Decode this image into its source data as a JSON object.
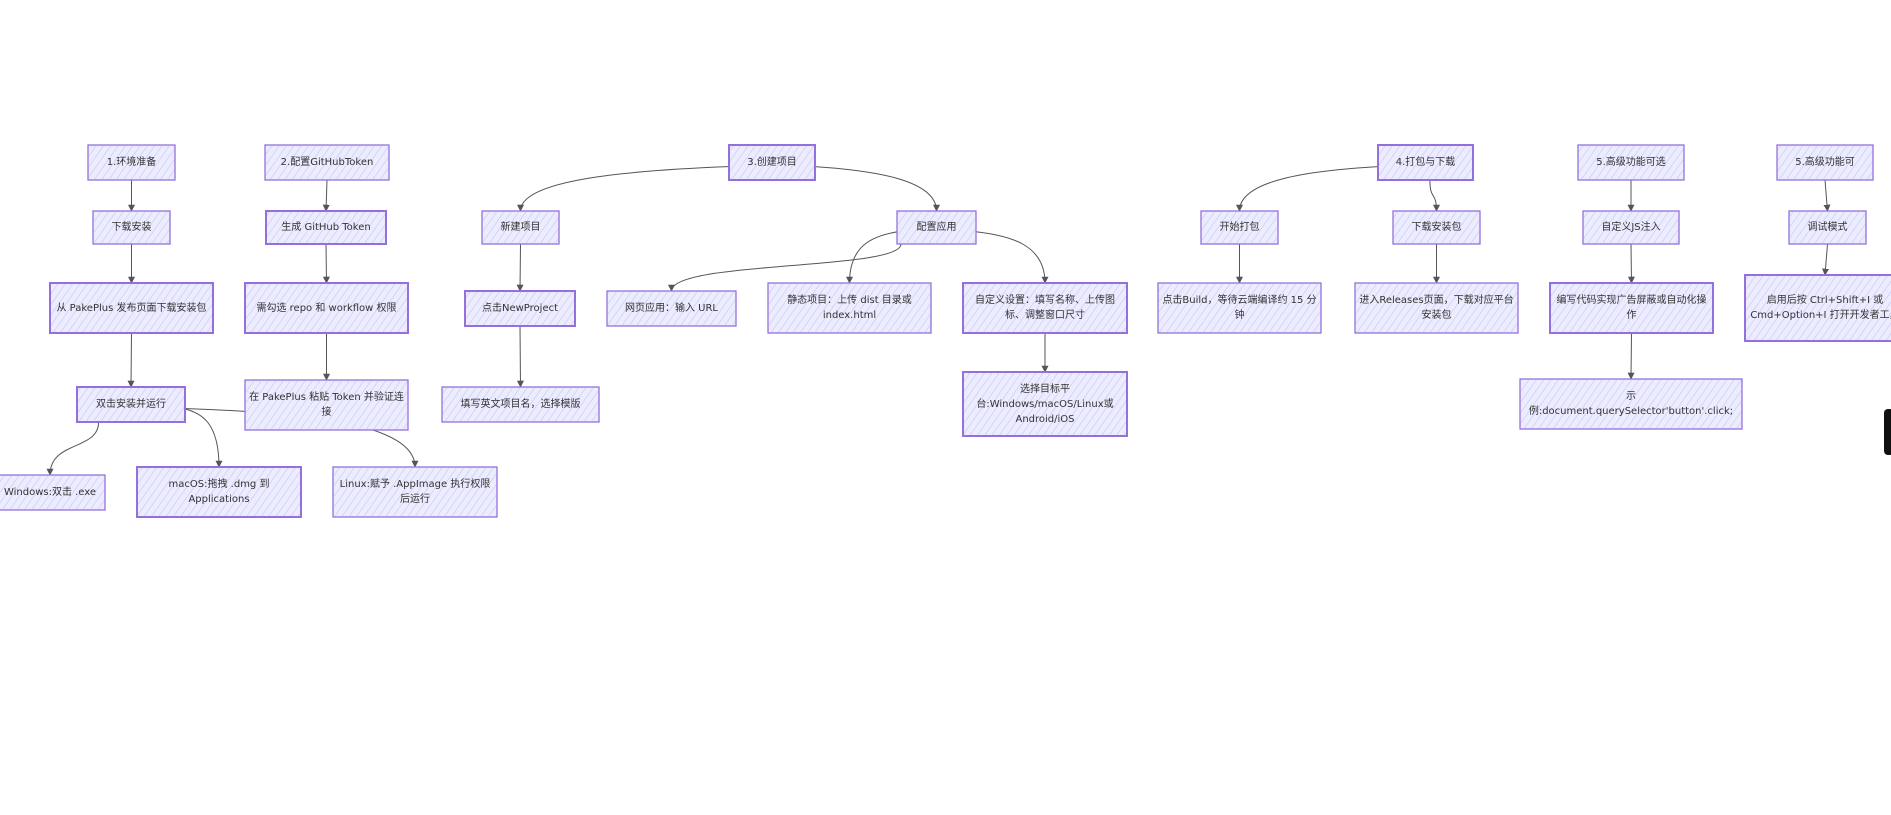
{
  "diagram": {
    "type": "flowchart",
    "colors": {
      "node_fill": "#ECECFF",
      "node_stroke": "#9370DB",
      "edge": "#555555",
      "text": "#333333"
    },
    "nodes": {
      "n1": "1.环境准备",
      "n2": "下载安装",
      "n3": "从 PakePlus 发布页面下载安装包",
      "n4": "双击安装并运行",
      "n5": "Windows:双击 .exe",
      "n6": "macOS:拖拽 .dmg 到 Applications",
      "n7": "Linux:赋予 .AppImage 执行权限后运行",
      "g1": "2.配置GitHubToken",
      "g2": "生成 GitHub Token",
      "g3": "需勾选 repo 和 workflow 权限",
      "g4": "在 PakePlus 粘贴 Token 并验证连接",
      "c1": "3.创建项目",
      "c2": "新建项目",
      "c3": "点击NewProject",
      "c4": "填写英文项目名，选择模版",
      "c5": "配置应用",
      "c6": "网页应用：输入 URL",
      "c7": "静态项目：上传 dist 目录或 index.html",
      "c8": "自定义设置：填写名称、上传图标、调整窗口尺寸",
      "c9": "选择目标平台:Windows/macOS/Linux或 Android/iOS",
      "p1": "4.打包与下载",
      "p2": "开始打包",
      "p3": "点击Build，等待云端编译约 15 分钟",
      "p4": "下载安装包",
      "p5": "进入Releases页面，下载对应平台安装包",
      "a1": "5.高级功能可选",
      "a2": "自定义JS注入",
      "a3": "编写代码实现广告屏蔽或自动化操作",
      "a4": "示例:document.querySelector'button'.click;",
      "d1": "5.高级功能可",
      "d2": "调试模式",
      "d3": "启用后按 Ctrl+Shift+I 或 Cmd+Option+I 打开开发者工具"
    },
    "edges": [
      [
        "n1",
        "n2"
      ],
      [
        "n2",
        "n3"
      ],
      [
        "n3",
        "n4"
      ],
      [
        "n4",
        "n5"
      ],
      [
        "n4",
        "n6"
      ],
      [
        "n4",
        "n7"
      ],
      [
        "g1",
        "g2"
      ],
      [
        "g2",
        "g3"
      ],
      [
        "g3",
        "g4"
      ],
      [
        "c1",
        "c2"
      ],
      [
        "c2",
        "c3"
      ],
      [
        "c3",
        "c4"
      ],
      [
        "c1",
        "c5"
      ],
      [
        "c5",
        "c6"
      ],
      [
        "c5",
        "c7"
      ],
      [
        "c5",
        "c8"
      ],
      [
        "c8",
        "c9"
      ],
      [
        "p1",
        "p2"
      ],
      [
        "p2",
        "p3"
      ],
      [
        "p1",
        "p4"
      ],
      [
        "p4",
        "p5"
      ],
      [
        "a1",
        "a2"
      ],
      [
        "a2",
        "a3"
      ],
      [
        "a3",
        "a4"
      ],
      [
        "d1",
        "d2"
      ],
      [
        "d2",
        "d3"
      ]
    ]
  }
}
